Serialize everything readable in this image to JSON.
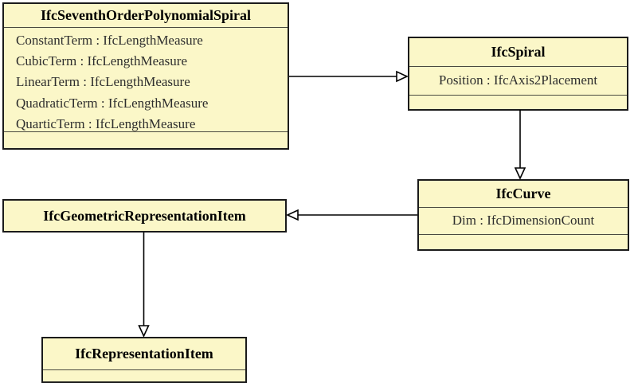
{
  "diagram": {
    "kind": "uml-class-inheritance-diagram",
    "colors": {
      "class_fill": "#FBF7C8",
      "class_border": "#1B1B1B",
      "compartment_separator": "#4A4A40",
      "arrow": "#000000",
      "background": "#FFFFFF"
    },
    "classes": [
      {
        "name": "IfcSeventhOrderPolynomialSpiral",
        "attributes": [
          "ConstantTerm : IfcLengthMeasure",
          "CubicTerm : IfcLengthMeasure",
          "LinearTerm : IfcLengthMeasure",
          "QuadraticTerm : IfcLengthMeasure",
          "QuarticTerm : IfcLengthMeasure"
        ]
      },
      {
        "name": "IfcSpiral",
        "attributes": [
          "Position : IfcAxis2Placement"
        ]
      },
      {
        "name": "IfcCurve",
        "attributes": [
          "Dim : IfcDimensionCount"
        ]
      },
      {
        "name": "IfcGeometricRepresentationItem",
        "attributes": []
      },
      {
        "name": "IfcRepresentationItem",
        "attributes": []
      }
    ],
    "relations": [
      {
        "from": "IfcSeventhOrderPolynomialSpiral",
        "to": "IfcSpiral",
        "type": "inheritance"
      },
      {
        "from": "IfcSpiral",
        "to": "IfcCurve",
        "type": "inheritance"
      },
      {
        "from": "IfcCurve",
        "to": "IfcGeometricRepresentationItem",
        "type": "inheritance"
      },
      {
        "from": "IfcGeometricRepresentationItem",
        "to": "IfcRepresentationItem",
        "type": "inheritance"
      }
    ]
  }
}
